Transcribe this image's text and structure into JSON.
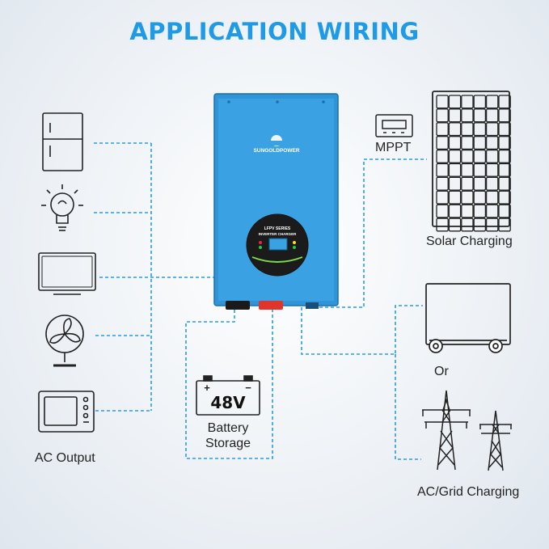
{
  "title": "APPLICATION WIRING",
  "inverter": {
    "brand": "SUNGOLDPOWER",
    "series": "LFPV SERIES",
    "subtitle": "INVERTER CHARGER"
  },
  "mppt_label": "MPPT",
  "solar_label": "Solar Charging",
  "battery": {
    "voltage": "48V",
    "plus": "+",
    "minus": "−",
    "label_line1": "Battery",
    "label_line2": "Storage"
  },
  "ac_output_label": "AC Output",
  "or_label": "Or",
  "grid_label": "AC/Grid Charging",
  "icons": [
    "refrigerator-icon",
    "light-bulb-icon",
    "television-icon",
    "fan-icon",
    "microwave-icon",
    "solar-panel-icon",
    "generator-icon",
    "transmission-tower-icon"
  ],
  "colors": {
    "title": "#1f9ae6",
    "inverter": "#2f95d8",
    "wire": "#2b9be0",
    "icon": "#222222"
  }
}
